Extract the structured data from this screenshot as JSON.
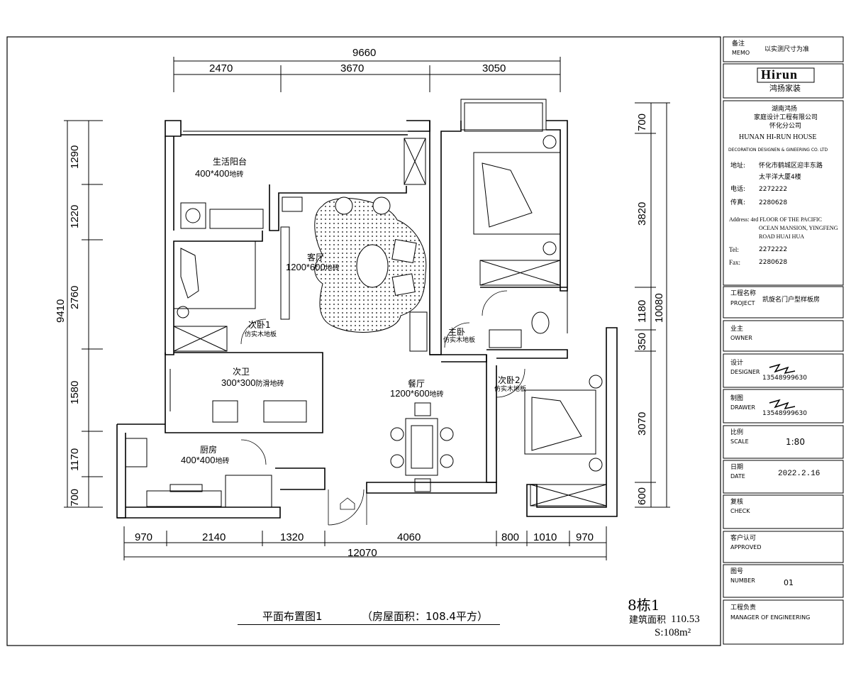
{
  "plan": {
    "title": "平面布置图1",
    "area_note": "（房屋面积：108.4平方）",
    "building": "8栋1",
    "building_area_label": "建筑面积",
    "building_area_value": "110.53",
    "s_area": "S:108m²"
  },
  "dims": {
    "top_total": "9660",
    "top": [
      "2470",
      "3670",
      "3050"
    ],
    "bottom_total": "12070",
    "bottom": [
      "970",
      "2140",
      "1320",
      "4060",
      "800",
      "1010",
      "970"
    ],
    "left_total": "9410",
    "left": [
      "1290",
      "1220",
      "2760",
      "1580",
      "1170",
      "700"
    ],
    "right_total": "10080",
    "right": [
      "700",
      "3820",
      "1180",
      "350",
      "3070",
      "600"
    ]
  },
  "rooms": {
    "balcony": {
      "name": "生活阳台",
      "floor": "400*400",
      "unit": "地砖"
    },
    "living": {
      "name": "客厅",
      "floor": "1200*600",
      "unit": "地砖"
    },
    "bed2_1": {
      "name": "次卧1",
      "floor": "仿实木地板"
    },
    "bath2": {
      "name": "次卫",
      "floor": "300*300",
      "unit": "防滑地砖"
    },
    "kitchen": {
      "name": "厨房",
      "floor": "400*400",
      "unit": "地砖"
    },
    "dining": {
      "name": "餐厅",
      "floor": "1200*600",
      "unit": "地砖"
    },
    "master": {
      "name": "主卧",
      "floor": "仿实木地板"
    },
    "bed2_2": {
      "name": "次卧2",
      "floor": "仿实木地板"
    }
  },
  "sidebar": {
    "memo_label": "备注",
    "memo_en": "MEMO",
    "memo_value": "以实测尺寸为准",
    "logo": "Hirun",
    "logo_cn": "鸿扬家装",
    "company_cn": [
      "湖南鸿扬",
      "家庭设计工程有限公司",
      "怀化分公司"
    ],
    "company_en": "HUNAN HI-RUN HOUSE",
    "company_en2": "DECORATION DESIGNEN & GINEERING CO. LTD",
    "addr_label": "地址:",
    "addr_value": [
      "怀化市鹤城区迎丰东路",
      "太平洋大厦4楼"
    ],
    "tel_label": "电话:",
    "tel_value": "2272222",
    "fax_label": "传真:",
    "fax_value": "2280628",
    "address_en": [
      "Address: 4rd FLOOR OF THE PACIFIC",
      "OCEAN MANSION, YINGFENG",
      "ROAD HUAI HUA"
    ],
    "tel_en_label": "Tel:",
    "tel_en_value": "2272222",
    "fax_en_label": "Fax:",
    "fax_en_value": "2280628",
    "project_label": "工程名称",
    "project_en": "PROJECT",
    "project_value": "凯旋名门户型样板房",
    "owner_label": "业主",
    "owner_en": "OWNER",
    "designer_label": "设计",
    "designer_en": "DESIGNER",
    "designer_phone": "13548999630",
    "drawer_label": "制图",
    "drawer_en": "DRAWER",
    "drawer_phone": "13548999630",
    "scale_label": "比例",
    "scale_en": "SCALE",
    "scale_value": "1:80",
    "date_label": "日期",
    "date_en": "DATE",
    "date_value": "2022.2.16",
    "check_label": "复核",
    "check_en": "CHECK",
    "approved_label": "客户认可",
    "approved_en": "APPROVED",
    "number_label": "图号",
    "number_en": "NUMBER",
    "number_value": "01",
    "manager_label": "工程负责",
    "manager_en": "MANAGER OF ENGINEERING"
  }
}
